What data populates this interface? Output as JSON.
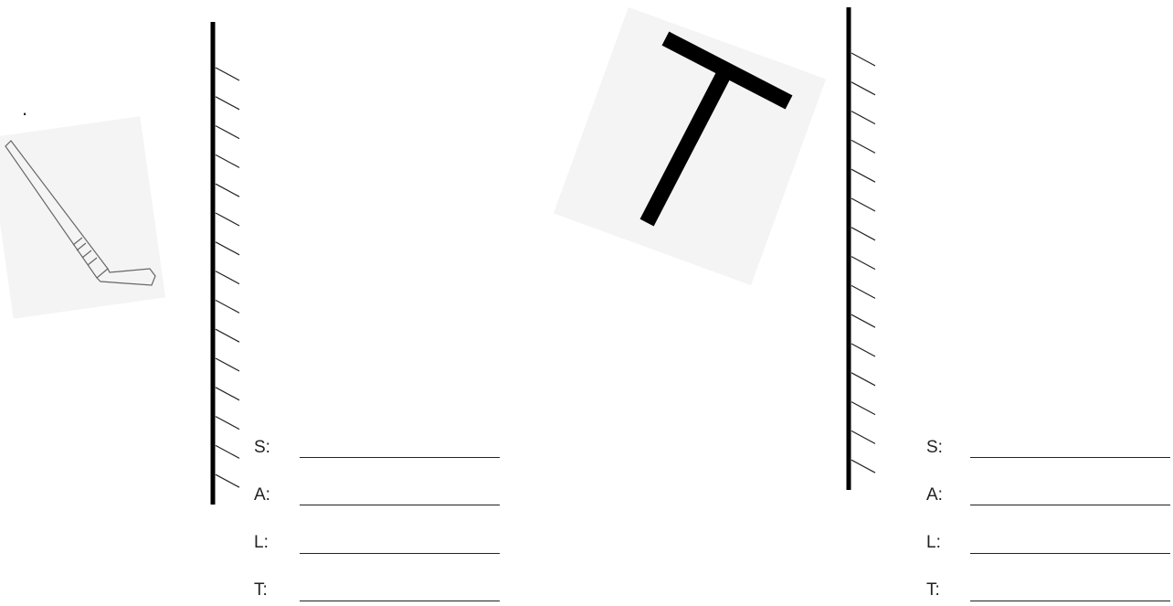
{
  "marker": ".",
  "left_panel": {
    "object": "hockey-stick-icon",
    "answers": [
      {
        "key": "S",
        "label": "S:"
      },
      {
        "key": "A",
        "label": "A:"
      },
      {
        "key": "L",
        "label": "L:"
      },
      {
        "key": "T",
        "label": "T:"
      }
    ]
  },
  "right_panel": {
    "object": "letter-t-icon",
    "answers": [
      {
        "key": "S",
        "label": "S:"
      },
      {
        "key": "A",
        "label": "A:"
      },
      {
        "key": "L",
        "label": "L:"
      },
      {
        "key": "T",
        "label": "T:"
      }
    ]
  }
}
